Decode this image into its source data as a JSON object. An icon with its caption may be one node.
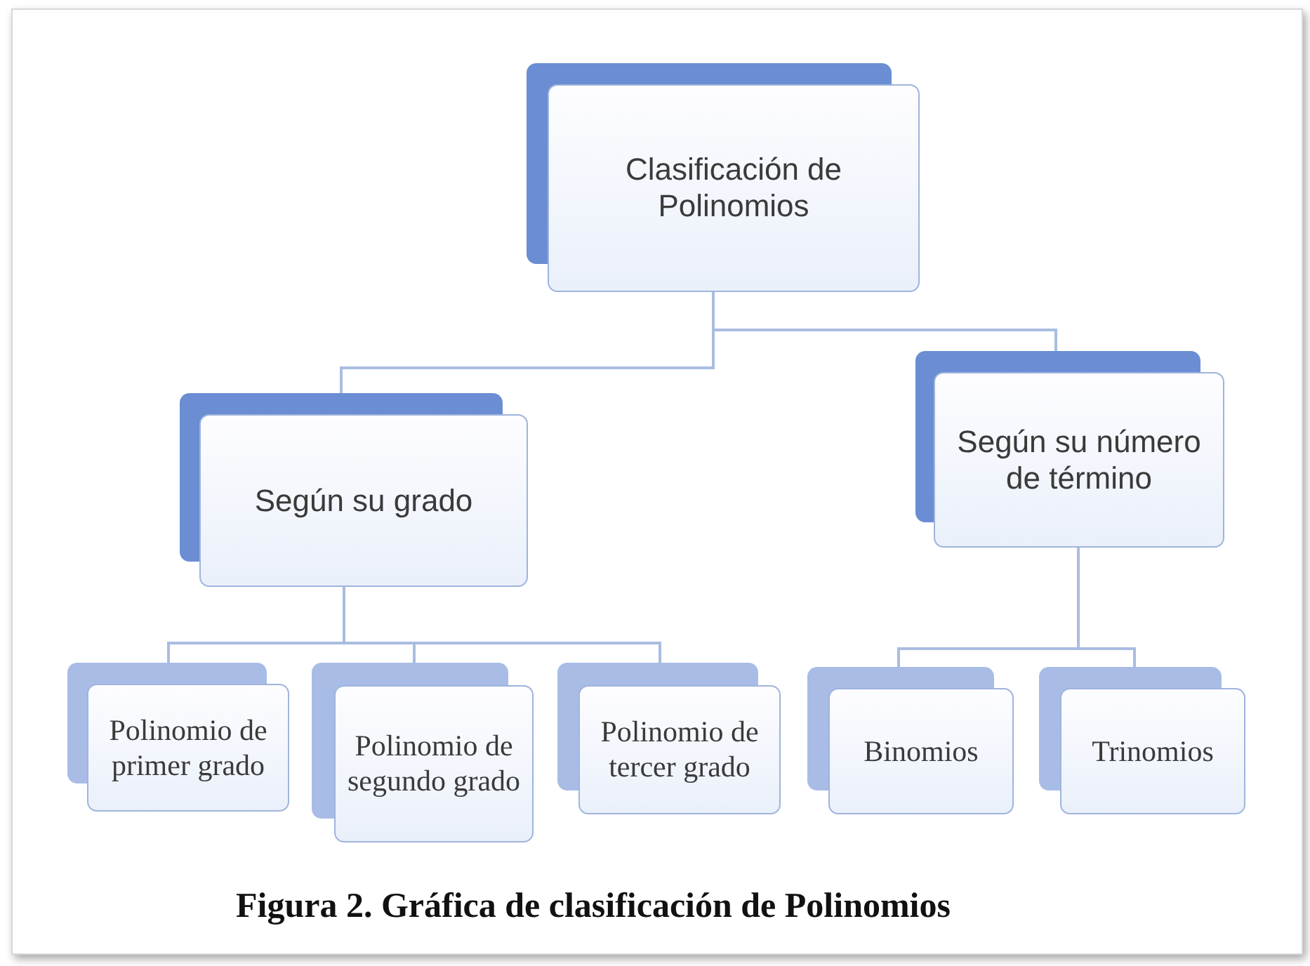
{
  "diagram": {
    "caption": "Figura 2. Gráfica de clasificación de Polinomios",
    "nodes": [
      {
        "text": [
          "Clasificación de Polinomios"
        ]
      },
      {
        "text": [
          "Según su grado"
        ]
      },
      {
        "text": [
          "Según su número de término"
        ]
      },
      {
        "text": [
          "Polinomio de primer grado"
        ]
      },
      {
        "text": [
          "Polinomio de segundo grado"
        ]
      },
      {
        "text": [
          "Polinomio de tercer grado"
        ]
      },
      {
        "text": [
          "Binomios"
        ]
      },
      {
        "text": [
          "Trinomios"
        ]
      }
    ],
    "edges": [
      {
        "from": 0,
        "to": 1,
        "arrow": "none"
      },
      {
        "from": 0,
        "to": 2,
        "arrow": "none"
      },
      {
        "from": 1,
        "to": 3,
        "arrow": "none"
      },
      {
        "from": 1,
        "to": 4,
        "arrow": "none"
      },
      {
        "from": 1,
        "to": 5,
        "arrow": "none"
      },
      {
        "from": 2,
        "to": 6,
        "arrow": "none"
      },
      {
        "from": 2,
        "to": 7,
        "arrow": "none"
      }
    ]
  }
}
